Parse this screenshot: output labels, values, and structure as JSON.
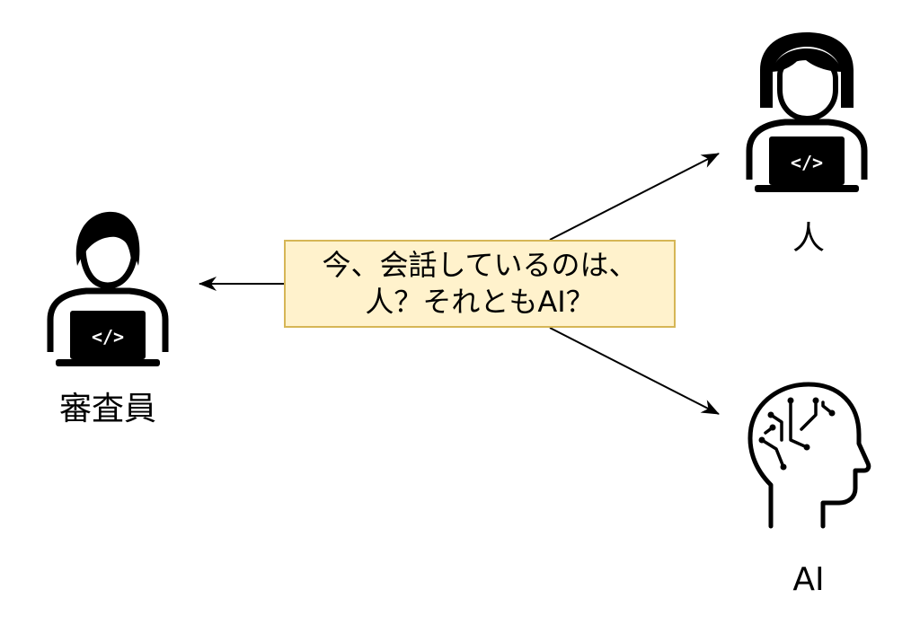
{
  "nodes": {
    "judge": {
      "label": "審査員",
      "icon": "programmer-icon"
    },
    "human": {
      "label": "人",
      "icon": "female-programmer-icon"
    },
    "ai": {
      "label": "AI",
      "icon": "ai-head-icon"
    }
  },
  "question": {
    "line1": "今、会話しているのは、",
    "line2": "人？それともAI？"
  },
  "colors": {
    "box_fill": "#fff2cc",
    "box_border": "#d6b656",
    "line": "#000000"
  }
}
